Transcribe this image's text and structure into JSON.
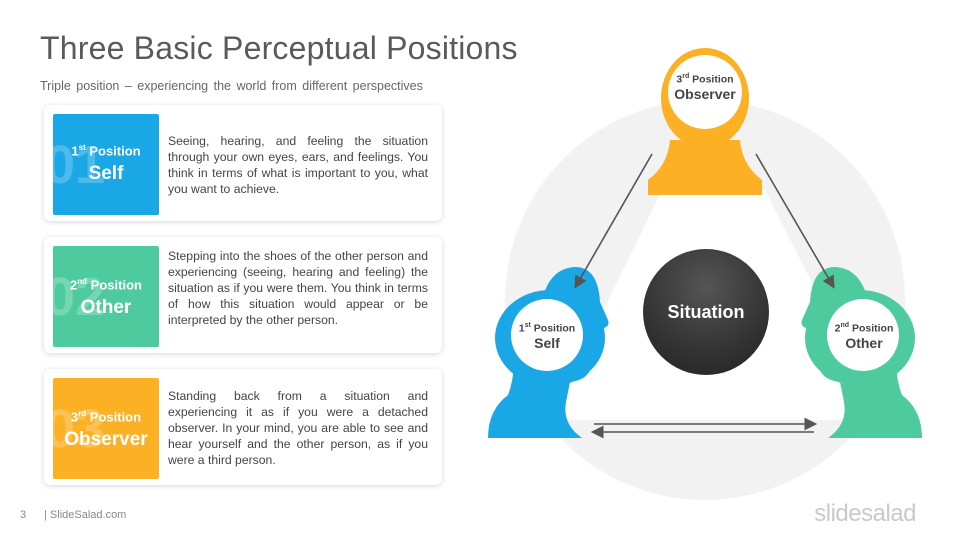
{
  "header": {
    "title": "Three Basic Perceptual Positions",
    "subtitle": "Triple position – experiencing the world from different perspectives"
  },
  "cards": [
    {
      "num": "01",
      "pos_num": "1",
      "pos_sup": "st",
      "pos_word": "Position",
      "name": "Self",
      "color": "#1aa7e6",
      "text": "Seeing, hearing, and feeling the situation through your own eyes, ears, and feelings. You think in terms of what is important to you, what you want to achieve."
    },
    {
      "num": "02",
      "pos_num": "2",
      "pos_sup": "nd",
      "pos_word": "Position",
      "name": "Other",
      "color": "#4ecb9e",
      "text": "Stepping into the shoes of the other person and experiencing (seeing, hearing and feeling) the situation as if you were them. You think in terms of how this situation would appear or be interpreted by the other person."
    },
    {
      "num": "03",
      "pos_num": "3",
      "pos_sup": "rd",
      "pos_word": "Position",
      "name": "Observer",
      "color": "#fbb123",
      "text": "Standing back from a situation and experiencing it as if you were a detached observer. In your mind, you are able to see and hear yourself and the other person, as if you were a third person."
    }
  ],
  "diagram": {
    "center": "Situation",
    "heads": {
      "observer": {
        "pos_num": "3",
        "pos_sup": "rd",
        "pos_word": "Position",
        "name": "Observer",
        "color": "#fbb123"
      },
      "self": {
        "pos_num": "1",
        "pos_sup": "st",
        "pos_word": "Position",
        "name": "Self",
        "color": "#1aa7e6"
      },
      "other": {
        "pos_num": "2",
        "pos_sup": "nd",
        "pos_word": "Position",
        "name": "Other",
        "color": "#4ecb9e"
      }
    }
  },
  "footer": {
    "page_number": "3",
    "site": "| SlideSalad.com",
    "brand": "slidesalad"
  }
}
